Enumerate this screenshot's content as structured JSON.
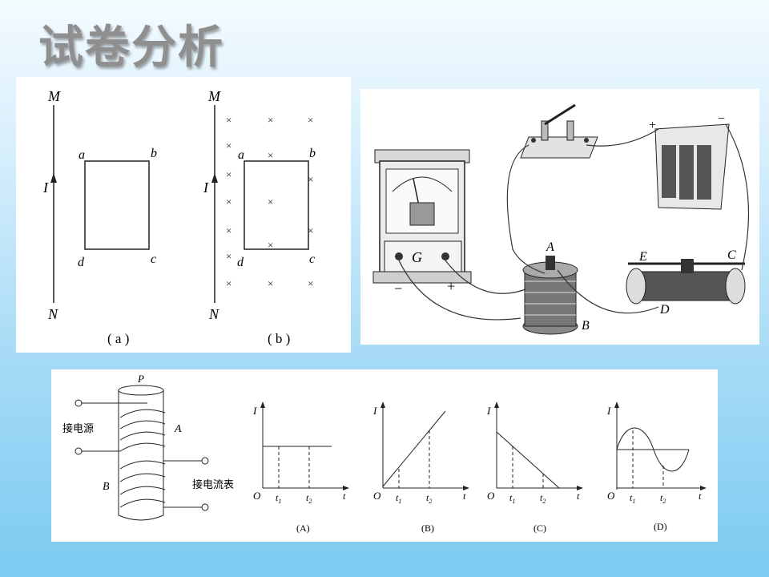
{
  "title": "试卷分析",
  "figure_ab": {
    "label_M": "M",
    "label_N": "N",
    "label_I": "I",
    "label_a": "a",
    "label_b": "b",
    "label_c": "c",
    "label_d": "d",
    "caption_a": "( a )",
    "caption_b": "( b )",
    "field_mark": "×"
  },
  "apparatus": {
    "galvanometer": "G",
    "minus": "−",
    "plus": "+",
    "label_A": "A",
    "label_B": "B",
    "label_C": "C",
    "label_D": "D",
    "label_E": "E",
    "battery_plus": "+",
    "battery_minus": "−"
  },
  "coil_figure": {
    "label_P": "P",
    "label_A": "A",
    "label_B": "B",
    "power_label": "接电源",
    "meter_label": "接电流表"
  },
  "graphs": [
    {
      "caption": "(A)",
      "ylabel": "I",
      "origin": "O",
      "t1": "t",
      "t1_sub": "1",
      "t2": "t",
      "t2_sub": "2",
      "xlabel": "t"
    },
    {
      "caption": "(B)",
      "ylabel": "I",
      "origin": "O",
      "t1": "t",
      "t1_sub": "1",
      "t2": "t",
      "t2_sub": "2",
      "xlabel": "t"
    },
    {
      "caption": "(C)",
      "ylabel": "I",
      "origin": "O",
      "t1": "t",
      "t1_sub": "1",
      "t2": "t",
      "t2_sub": "2",
      "xlabel": "t"
    },
    {
      "caption": "(D)",
      "ylabel": "I",
      "origin": "O",
      "t1": "t",
      "t1_sub": "1",
      "t2": "t",
      "t2_sub": "2",
      "xlabel": "t"
    }
  ]
}
